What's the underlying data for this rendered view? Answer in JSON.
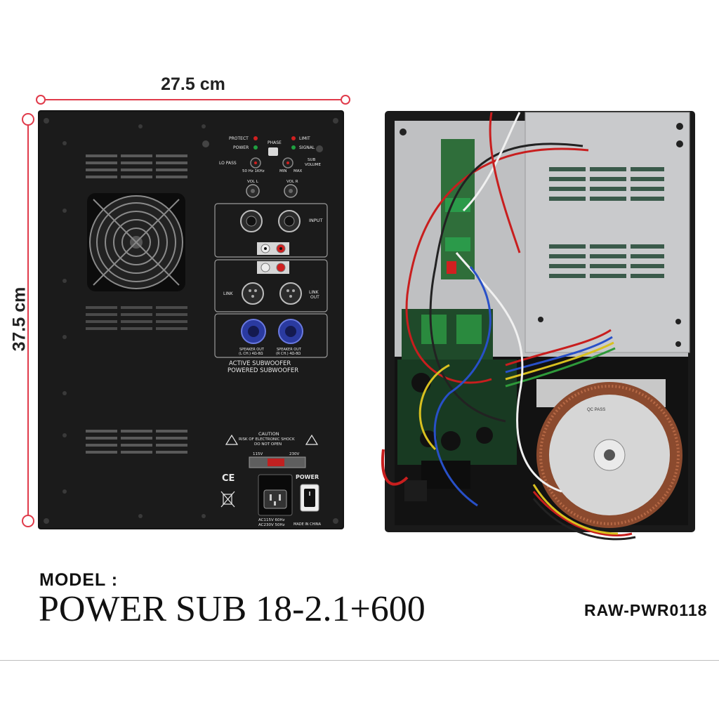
{
  "dimensions": {
    "width": "27.5 cm",
    "height": "37.5 cm"
  },
  "panel": {
    "protect": "PROTECT",
    "power_led": "POWER",
    "phase": "PHASE",
    "limit": "LIMIT",
    "signal": "SIGNAL",
    "lo_pass": "LO PASS",
    "lo_pass_range": "50  Hz 1KHz",
    "vol_l": "VOL L",
    "min": "MIN",
    "max": "MAX",
    "vol_r": "VOL R",
    "sub_volume": "SUB\nVOLUME",
    "input": "INPUT",
    "link_out_left": "LINK",
    "link_out_right": "LINK\nOUT",
    "speaker_out_l": "SPEAKER OUT\n(L CH.) 4Ω-8Ω",
    "speaker_out_r": "SPEAKER OUT\n(R CH.) 4Ω-8Ω",
    "active_subwoofer": "ACTIVE SUBWOOFER",
    "powered_subwoofer": "POWERED SUBWOOFER",
    "caution": "CAUTION",
    "caution_line1": "RISK OF ELECTRONIC SHOCK",
    "caution_line2": "DO NOT OPEN",
    "v115": "115V",
    "v230": "230V",
    "ce": "CE",
    "power_switch": "POWER",
    "ac_line1": "AC115V 60Hz",
    "ac_line2": "AC230V 50Hz",
    "made_in": "MADE IN CHINA",
    "transformer_tag": "QC PASS"
  },
  "model": {
    "label": "MODEL :",
    "name": "POWER SUB 18-2.1+600"
  },
  "sku": "RAW-PWR0118"
}
